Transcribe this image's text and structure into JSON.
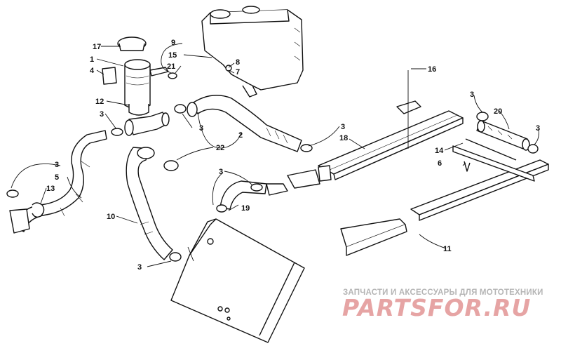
{
  "diagram": {
    "callouts": {
      "c1": "1",
      "c2": "2",
      "c3a": "3",
      "c3b": "3",
      "c3c": "3",
      "c3d": "3",
      "c3e": "3",
      "c3f": "3",
      "c3g": "3",
      "c3h": "3",
      "c4": "4",
      "c5": "5",
      "c6": "6",
      "c7": "7",
      "c8": "8",
      "c9": "9",
      "c10": "10",
      "c11": "11",
      "c12": "12",
      "c13": "13",
      "c14": "14",
      "c15": "15",
      "c16": "16",
      "c17": "17",
      "c18": "18",
      "c19": "19",
      "c20": "20",
      "c21": "21",
      "c22": "22"
    }
  },
  "watermark": {
    "subtitle": "ЗАПЧАСТИ И АКСЕССУАРЫ ДЛЯ МОТОТЕХНИКИ",
    "brand": "PARTSFOR.RU"
  }
}
